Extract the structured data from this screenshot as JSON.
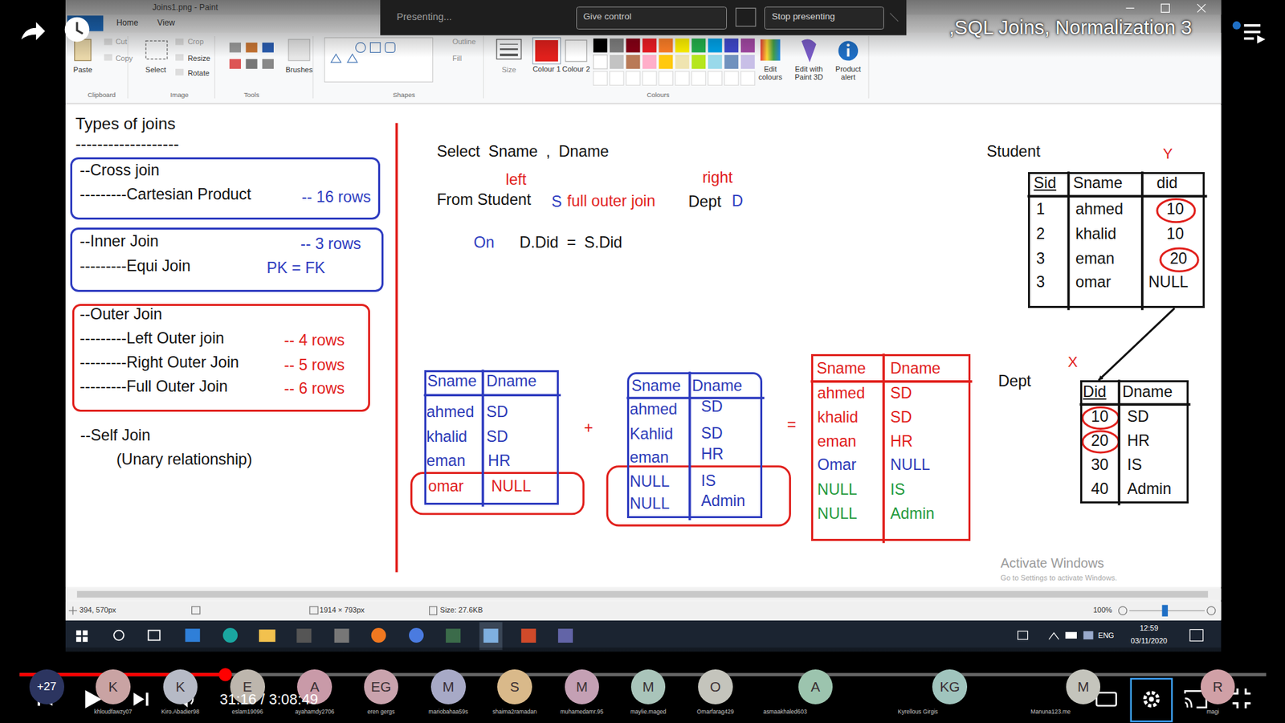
{
  "diagram": {
    "nodes": [
      {
        "text": [
          "Give control"
        ]
      },
      {
        "text": [
          "Stop presenting"
        ]
      },
      {
        "text": [
          "--Cross join",
          "---------Cartesian Product",
          "-- 16 rows"
        ]
      },
      {
        "text": [
          "--Inner Join",
          "-- 3 rows",
          "---------Equi Join",
          "PK = FK"
        ]
      },
      {
        "text": [
          "--Outer Join",
          "---------Left Outer join",
          "-- 4 rows",
          "---------Right Outer Join",
          "-- 5 rows",
          "---------Full Outer Join",
          "-- 6 rows"
        ]
      },
      {
        "text": [
          "Sid",
          "Sname",
          "did",
          "1",
          "ahmed",
          "10",
          "2",
          "khalid",
          "10",
          "3",
          "eman",
          "20",
          "3",
          "omar",
          "NULL"
        ]
      },
      {
        "text": [
          "Sname",
          "Dname",
          "ahmed",
          "SD",
          "khalid",
          "SD",
          "eman",
          "HR",
          "omar",
          "NULL"
        ]
      },
      {
        "text": [
          "Sname",
          "Dname",
          "ahmed",
          "SD",
          "Kahlid",
          "SD",
          "eman",
          "HR",
          "NULL",
          "IS",
          "NULL",
          "Admin"
        ]
      },
      {
        "text": [
          "Sname",
          "Dname",
          "ahmed",
          "SD",
          "khalid",
          "SD",
          "eman",
          "HR",
          "Omar",
          "NULL",
          "NULL",
          "IS",
          "NULL",
          "Admin"
        ]
      },
      {
        "text": [
          "Did",
          "Dname",
          "10",
          "SD",
          "20",
          "HR",
          "30",
          "IS",
          "40",
          "Admin"
        ]
      },
      {
        "text": [
          "+27"
        ]
      },
      {
        "text": [
          "K"
        ]
      },
      {
        "text": [
          "K"
        ]
      },
      {
        "text": [
          "E"
        ]
      },
      {
        "text": [
          "A"
        ]
      },
      {
        "text": [
          "EG"
        ]
      },
      {
        "text": [
          "M"
        ]
      },
      {
        "text": [
          "S"
        ]
      },
      {
        "text": [
          "M"
        ]
      },
      {
        "text": [
          "M"
        ]
      },
      {
        "text": [
          "O"
        ]
      },
      {
        "text": [
          "A"
        ]
      },
      {
        "text": [
          "KG"
        ]
      },
      {
        "text": [
          "M"
        ]
      },
      {
        "text": [
          "R"
        ]
      }
    ],
    "edges": [
      {
        "from": 5,
        "to": 9,
        "arrow": "to"
      }
    ],
    "labels": [
      "Joins1.png - Paint",
      "Home",
      "View",
      "Presenting...",
      ",SQL Joins, Normalization 3",
      "Paste",
      "Cut",
      "Copy",
      "Select",
      "Crop",
      "Resize",
      "Rotate",
      "Brushes",
      "Outline",
      "Fill",
      "Size",
      "Colour 1",
      "Colour 2",
      "Edit colours",
      "Edit with Paint 3D",
      "Product alert",
      "Clipboard",
      "Image",
      "Tools",
      "Shapes",
      "Colours",
      "Types of joins",
      "-------------------",
      "--Self Join",
      "(Unary relationship)",
      "Select Sname , Dname",
      "left",
      "right",
      "From Student",
      "S",
      "full outer join",
      "Dept",
      "D",
      "On",
      "D.Did = S.Did",
      "+",
      "=",
      "Student",
      "Y",
      "Dept",
      "X",
      "Activate Windows",
      "Go to Settings to activate Windows.",
      "394, 570px",
      "1914 × 793px",
      "Size: 27.6KB",
      "100%",
      "ENG",
      "12:59",
      "03/11/2020",
      "31:16 / 3:08:49",
      "khloudfawzy07",
      "Kiro.Abadier98",
      "eslam19096",
      "ayahamdy2706",
      "eren gergs",
      "mariobahaa59s",
      "shaima2ramadan",
      "muhamedamr.95",
      "maylie.maged",
      "Omarfarag429",
      "asmaakhaled603",
      "Kyrellous Girgis",
      "Manuna123.me",
      "magi"
    ]
  }
}
